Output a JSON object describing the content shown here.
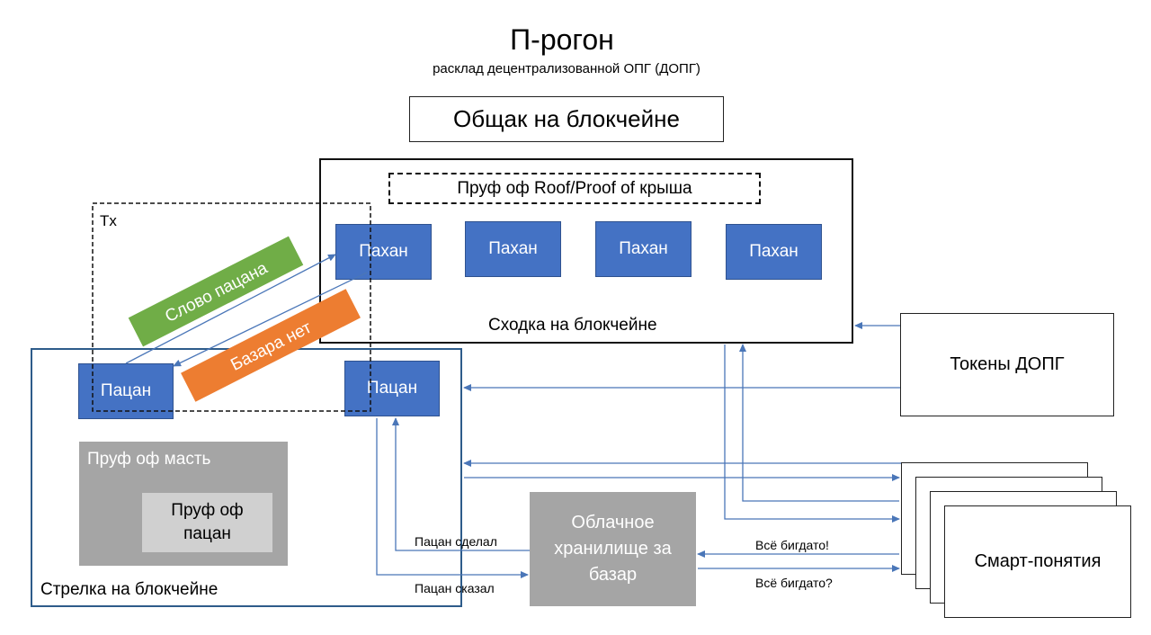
{
  "header": {
    "title": "П-рогон",
    "subtitle": "расклад децентрализованной ОПГ (ДОПГ)"
  },
  "obshchak": "Общак на блокчейне",
  "skhodka": {
    "label": "Сходка на блокчейне",
    "proof_roof": "Пруф оф Roof/Proof of крыша",
    "pakhany": [
      "Пахан",
      "Пахан",
      "Пахан",
      "Пахан"
    ]
  },
  "tx_label": "Tx",
  "slovo": "Слово пацана",
  "bazara": "Базара нет",
  "strelka": {
    "label": "Стрелка на блокчейне",
    "patsan_left": "Пацан",
    "patsan_right": "Пацан",
    "proof_mast": "Пруф оф масть",
    "proof_patsan": "Пруф оф пацан"
  },
  "tokens": "Токены ДОПГ",
  "storage": "Облачное хранилище за базар",
  "smart": "Смарт-понятия",
  "edge_labels": {
    "patsan_sdelal": "Пацан сделал",
    "patsan_skazal": "Пацан сказал",
    "vse_bigdato_excl": "Всё бигдато!",
    "vse_bigdato_q": "Всё бигдато?"
  },
  "colors": {
    "pakhan_blue": "#4472c4",
    "slovo_green": "#70ad47",
    "bazara_orange": "#ed7d31",
    "mast_gray": "#a5a5a5",
    "arrow_blue": "#4a76b8"
  }
}
